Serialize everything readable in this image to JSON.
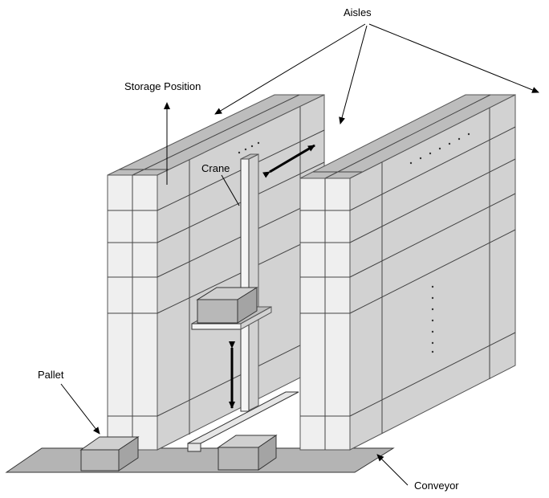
{
  "labels": {
    "aisles": "Aisles",
    "storage_position": "Storage Position",
    "crane": "Crane",
    "pallet": "Pallet",
    "conveyor": "Conveyor"
  },
  "colors": {
    "rack_front": "#efefef",
    "rack_side": "#d2d2d2",
    "rack_top": "#bdbdbd",
    "conveyor": "#b4b4b4",
    "pallet_box": "#b8b8b8"
  }
}
